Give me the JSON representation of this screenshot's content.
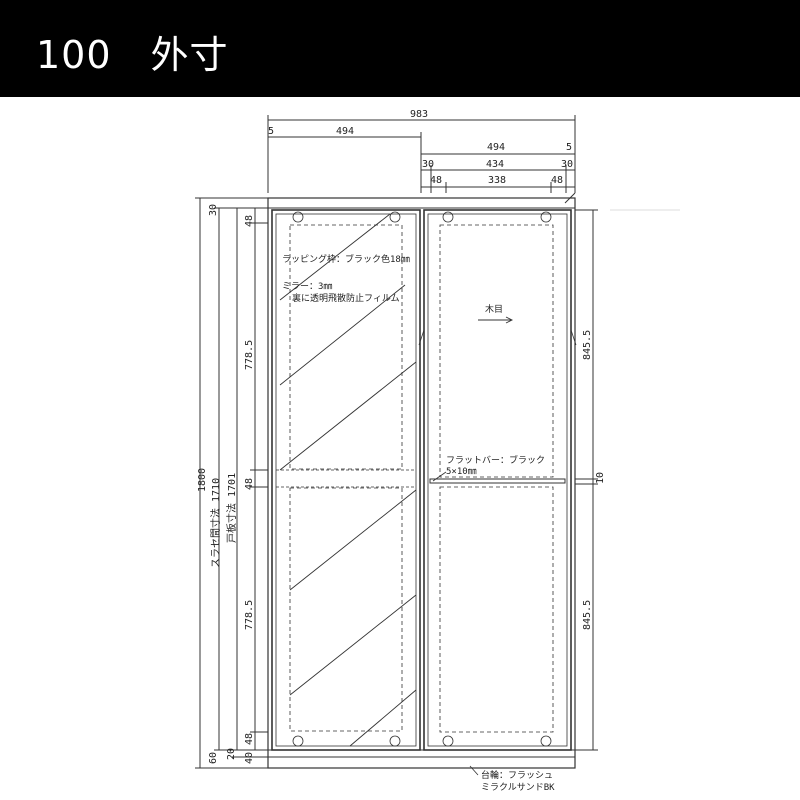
{
  "header": {
    "title": "100　外寸"
  },
  "dimensions": {
    "total_width": "983",
    "left_panel_width": "494",
    "left_gap": "5",
    "right_panel_width": "494",
    "right_gap": "5",
    "frame_side": "30",
    "inner_width": "434",
    "frame_side_right": "30",
    "stile_left": "48",
    "glass_width": "338",
    "stile_right": "48",
    "top_gap": "30",
    "top_rail": "48",
    "upper_left_height": "778.5",
    "mid_rail": "48",
    "lower_left_height": "778.5",
    "bottom_rail": "48",
    "bottom_gap_20": "20",
    "bottom_gap_40": "40",
    "plinth": "60",
    "total_height": "1800",
    "slide_door_height": "スラセ間寸法 1710",
    "door_panel_height": "戸板寸法 1701",
    "right_upper_height": "845.5",
    "right_mid": "10",
    "right_lower_height": "845.5"
  },
  "notes": {
    "wrapping_frame": "ラッピング枠：ブラック色18㎜",
    "mirror": "ミラー：3㎜",
    "mirror_film": "裏に透明飛散防止フィルム",
    "wood_grain": "木目",
    "flat_bar": "フラットバー：ブラック",
    "flat_bar_size": "5×10㎜",
    "base": "台輪：フラッシュ",
    "base_finish": "ミラクルサンドBK"
  }
}
